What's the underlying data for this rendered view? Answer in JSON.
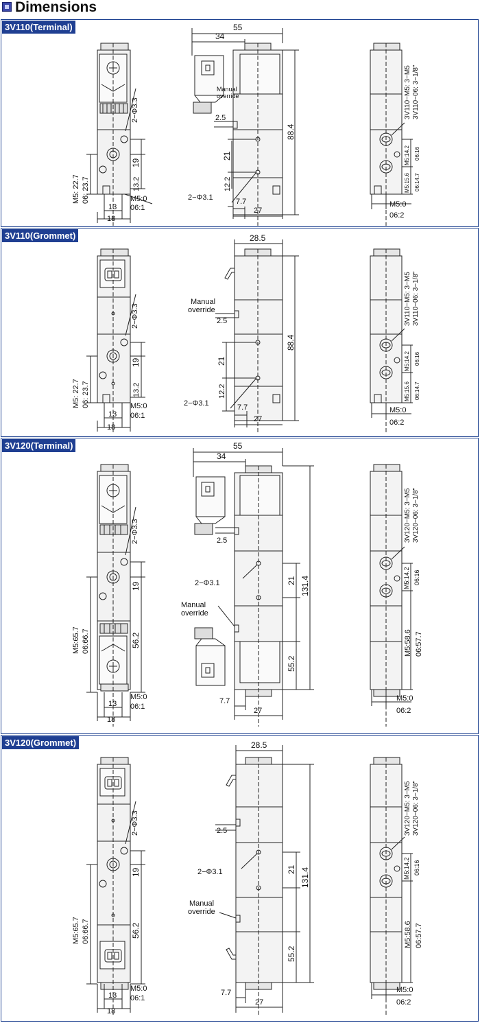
{
  "page": {
    "title": "Dimensions"
  },
  "sections": [
    {
      "label": "3V110(Terminal)",
      "front": {
        "port_note": "2−Φ3.3",
        "pitch": "19",
        "lower": "13.2",
        "height_m5": "M5: 22.7",
        "height_06": "06: 23.7",
        "port_m5": "M5:0",
        "port_06": "06:1",
        "w1": "13",
        "w2": "18"
      },
      "side": {
        "w_total": "55",
        "w_coil": "34",
        "manual": [
          "Manual",
          "override"
        ],
        "override_offset": "2.5",
        "height": "88.4",
        "pitch": "21",
        "lower": "12.2",
        "hole_note": "2−Φ3.1",
        "bottom_offset": "7.7",
        "width": "27"
      },
      "back": {
        "model_m5": "3V110−M5: 3−M5",
        "model_06": "3V110−06: 3−1/8\"",
        "m5_a": "M5:14.2",
        "m5_b": "M5:15.6",
        "o6_a": "06:16",
        "o6_b": "06:14.7",
        "port_m5": "M5:0",
        "port_06": "06:2"
      }
    },
    {
      "label": "3V110(Grommet)",
      "front": {
        "port_note": "2−Φ3.3",
        "pitch": "19",
        "lower": "13.2",
        "height_m5": "M5: 22.7",
        "height_06": "06: 23.7",
        "port_m5": "M5:0",
        "port_06": "06:1",
        "w1": "13",
        "w2": "18"
      },
      "side": {
        "w_total": "28.5",
        "manual": [
          "Manual",
          "override"
        ],
        "override_offset": "2.5",
        "height": "88.4",
        "pitch": "21",
        "lower": "12.2",
        "hole_note": "2−Φ3.1",
        "bottom_offset": "7.7",
        "width": "27"
      },
      "back": {
        "model_m5": "3V110−M5: 3−M5",
        "model_06": "3V110−06: 3−1/8\"",
        "m5_a": "M5:14.2",
        "m5_b": "M5:15.6",
        "o6_a": "06:16",
        "o6_b": "06:14.7",
        "port_m5": "M5:0",
        "port_06": "06:2"
      }
    },
    {
      "label": "3V120(Terminal)",
      "front": {
        "port_note": "2−Φ3.3",
        "pitch": "19",
        "lower": "56.2",
        "height_m5": "M5:65.7",
        "height_06": "06:66.7",
        "port_m5": "M5:0",
        "port_06": "06:1",
        "w1": "13",
        "w2": "18"
      },
      "side": {
        "w_total": "55",
        "w_coil": "34",
        "manual": [
          "Manual",
          "override"
        ],
        "override_offset": "2.5",
        "hole_note": "2−Φ3.1",
        "pitch": "21",
        "height": "131.4",
        "lower": "55.2",
        "bottom_offset": "7.7",
        "width": "27"
      },
      "back": {
        "model_m5": "3V120−M5: 3−M5",
        "model_06": "3V120−06: 3−1/8\"",
        "m5_a": "M5:14.2",
        "o6_a": "06:16",
        "m5_low": "M5:58.6",
        "o6_low": "06:57.7",
        "port_m5": "M5:0",
        "port_06": "06:2"
      }
    },
    {
      "label": "3V120(Grommet)",
      "front": {
        "port_note": "2−Φ3.3",
        "pitch": "19",
        "lower": "56.2",
        "height_m5": "M5:65.7",
        "height_06": "06:66.7",
        "port_m5": "M5:0",
        "port_06": "06:1",
        "w1": "13",
        "w2": "18"
      },
      "side": {
        "w_total": "28.5",
        "override_offset": "2.5",
        "hole_note": "2−Φ3.1",
        "pitch": "21",
        "height": "131.4",
        "manual": [
          "Manual",
          "override"
        ],
        "lower": "55.2",
        "bottom_offset": "7.7",
        "width": "27"
      },
      "back": {
        "model_m5": "3V120−M5: 3−M5",
        "model_06": "3V120−06: 3−1/8\"",
        "m5_a": "M5:14.2",
        "o6_a": "06:16",
        "m5_low": "M5:58.6",
        "o6_low": "06:57.7",
        "port_m5": "M5:0",
        "port_06": "06:2"
      }
    }
  ]
}
